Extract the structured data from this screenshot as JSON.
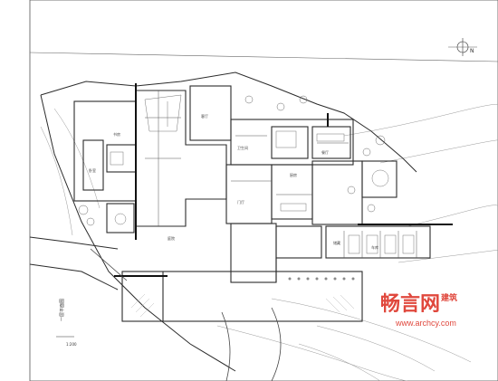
{
  "drawing": {
    "title_vertical": "一层平面图",
    "scale": "1:200",
    "north_mark": "N"
  },
  "watermark": {
    "brand": "畅言网",
    "brand_small": "建筑",
    "url": "www.archcy.com"
  },
  "room_labels": [
    "客厅",
    "餐厅",
    "厨房",
    "卧室",
    "书房",
    "车库",
    "庭院",
    "门厅",
    "卫生间",
    "储藏"
  ],
  "colors": {
    "line": "#2b2b2b",
    "thin": "#8a8a8a",
    "watermark": "#e0483d"
  }
}
